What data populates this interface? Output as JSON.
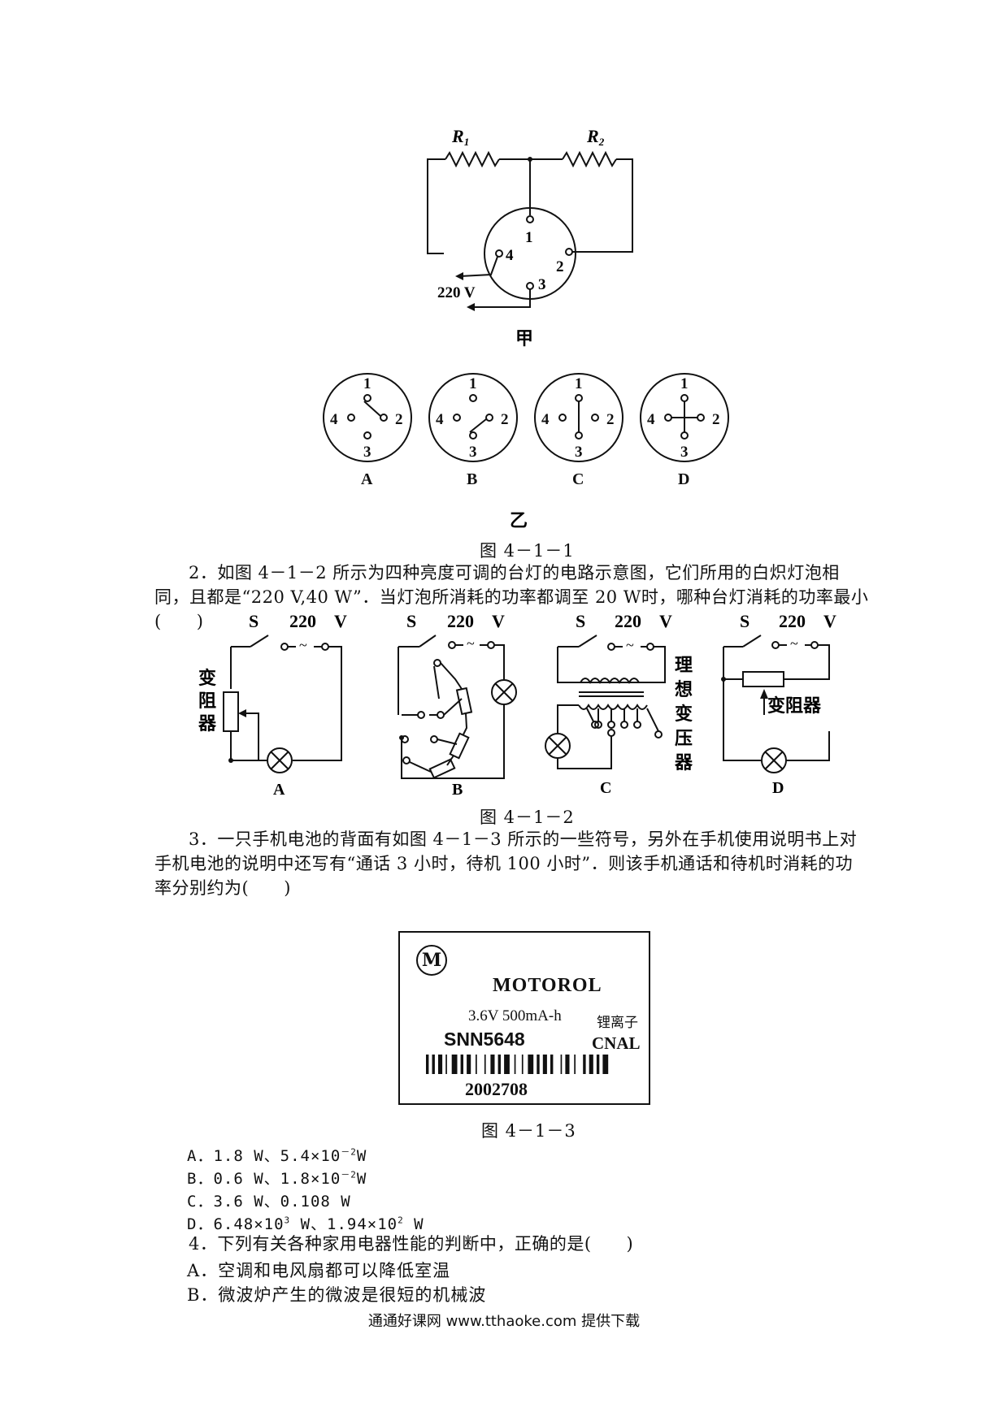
{
  "figure_1": {
    "r1": "R",
    "r1_sub": "1",
    "r2": "R",
    "r2_sub": "2",
    "voltage": "220 V",
    "terminals": [
      "1",
      "2",
      "3",
      "4"
    ],
    "sub_jia": "甲",
    "sub_yi": "乙",
    "options": [
      "A",
      "B",
      "C",
      "D"
    ],
    "caption": "图 4－1－1"
  },
  "question_2": {
    "text": "2．如图 4－1－2 所示为四种亮度可调的台灯的电路示意图，它们所用的白炽灯泡相同，且都是“220 V,40 W”．当灯泡所消耗的功率都调至 20 W时，哪种台灯消耗的功率最小(　　)"
  },
  "figure_2": {
    "switch": "S",
    "voltage": "220　V",
    "ac": "~",
    "rheostat_vertical": [
      "变",
      "阻",
      "器"
    ],
    "transformer_vertical": [
      "理",
      "想",
      "变",
      "压",
      "器"
    ],
    "rheostat_label": "变阻器",
    "options": [
      "A",
      "B",
      "C",
      "D"
    ],
    "caption": "图 4－1－2"
  },
  "question_3": {
    "text": "3．一只手机电池的背面有如图 4－1－3 所示的一些符号，另外在手机使用说明书上对手机电池的说明中还写有“通话 3 小时，待机 100 小时”．则该手机通话和待机时消耗的功率分别约为(　　)"
  },
  "battery_label": {
    "logo": "M",
    "brand": "MOTOROL",
    "spec": "3.6V 500mA-h",
    "type": "锂离子",
    "model": "SNN5648",
    "region": "CNAL",
    "date": "2002708",
    "caption": "图 4－1－3"
  },
  "options_q3": {
    "a_pre": "A．1.8 W、5.4×10",
    "a_exp": "－2",
    "a_post": "W",
    "b_pre": "B．0.6 W、1.8×10",
    "b_exp": "－2",
    "b_post": "W",
    "c": "C．3.6 W、0.108 W",
    "d_pre1": "D．6.48×10",
    "d_exp1": "3",
    "d_mid": " W、1.94×10",
    "d_exp2": "2",
    "d_post": " W"
  },
  "question_4": {
    "text": "4．下列有关各种家用电器性能的判断中，正确的是(　　)",
    "option_a": "A．空调和电风扇都可以降低室温",
    "option_b": "B．微波炉产生的微波是很短的机械波"
  },
  "footer": {
    "text": "通通好课网  www.tthaoke.com  提供下载"
  }
}
